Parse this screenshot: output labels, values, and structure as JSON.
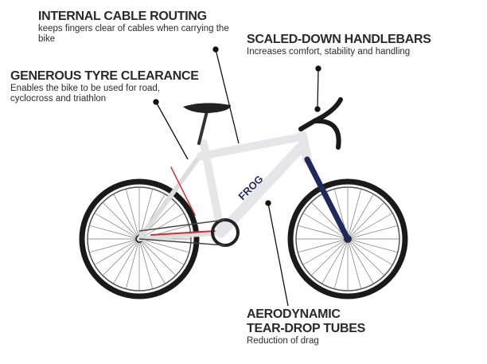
{
  "callouts": {
    "cable": {
      "title": "INTERNAL CABLE ROUTING",
      "desc": "keeps fingers clear of cables when carrying the bike"
    },
    "handlebars": {
      "title": "SCALED-DOWN HANDLEBARS",
      "desc": "Increases comfort, stability and handling"
    },
    "tyre": {
      "title": "GENEROUS TYRE CLEARANCE",
      "desc": "Enables the bike to be used for road, cyclocross and triathlon"
    },
    "tubes": {
      "title_line1": "AERODYNAMIC",
      "title_line2": "TEAR-DROP TUBES",
      "desc": "Reduction of drag"
    }
  },
  "brand": "FROG",
  "colors": {
    "frame": "#e6e6e8",
    "accent_red": "#c8323c",
    "accent_navy": "#1e2a5a",
    "text": "#2a2a2a"
  }
}
